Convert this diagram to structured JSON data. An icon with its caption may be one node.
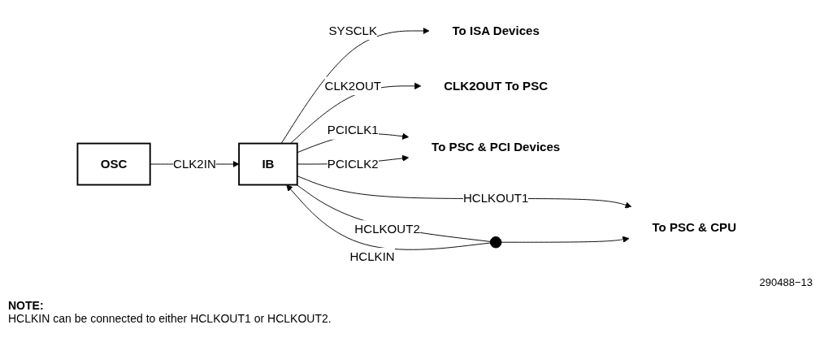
{
  "diagram": {
    "nodes": [
      {
        "text": [
          "OSC"
        ]
      },
      {
        "text": [
          "IB"
        ]
      },
      {
        "text": [
          "To ISA Devices"
        ]
      },
      {
        "text": [
          "CLK2OUT To PSC"
        ]
      },
      {
        "text": [
          "To PSC & PCI Devices"
        ]
      },
      {
        "text": [],
        "shape": "circle"
      },
      {
        "text": [
          "To PSC & CPU"
        ]
      }
    ],
    "edges": [
      {
        "from": 0,
        "to": 1,
        "arrow": "to",
        "label": "CLK2IN"
      },
      {
        "from": 1,
        "to": 2,
        "arrow": "to",
        "label": "SYSCLK"
      },
      {
        "from": 1,
        "to": 3,
        "arrow": "to",
        "label": "CLK2OUT"
      },
      {
        "from": 1,
        "to": 4,
        "arrow": "to",
        "label": "PCICLK1"
      },
      {
        "from": 1,
        "to": 4,
        "arrow": "to",
        "label": "PCICLK2"
      },
      {
        "from": 1,
        "to": 6,
        "arrow": "to",
        "label": "HCLKOUT1"
      },
      {
        "from": 1,
        "to": 5,
        "arrow": "none",
        "label": "HCLKOUT2"
      },
      {
        "from": 5,
        "to": 6,
        "arrow": "to"
      },
      {
        "from": 5,
        "to": 1,
        "arrow": "to",
        "label": "HCLKIN"
      }
    ],
    "labels": [
      "290488−13",
      "NOTE:",
      "HCLKIN can be connected to either HCLKOUT1 or HCLKOUT2."
    ]
  }
}
